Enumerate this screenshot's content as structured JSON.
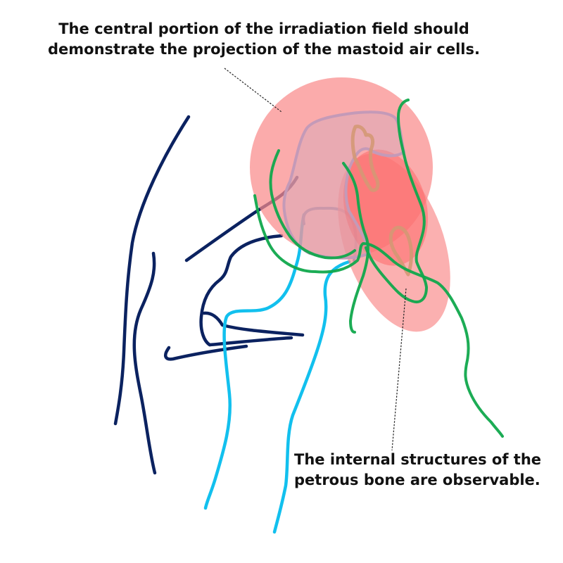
{
  "annotations": {
    "top": {
      "line1": "The central portion of the irradiation field should",
      "line2": "demonstrate the projection of the mastoid air cells."
    },
    "bottom": {
      "line1": "The internal structures of the",
      "line2": "petrous bone are observable."
    }
  },
  "colors": {
    "irradiation_field": "#f98b8b",
    "petrous_region": "#f98b8b",
    "overlap_region": "#ff6b6b",
    "skull_outline": "#0b2260",
    "cervical_lines": "#12c0ee",
    "mastoid_outline": "#10a84c",
    "internal_structures": "#5b9bd5",
    "leader_line": "#222222"
  }
}
